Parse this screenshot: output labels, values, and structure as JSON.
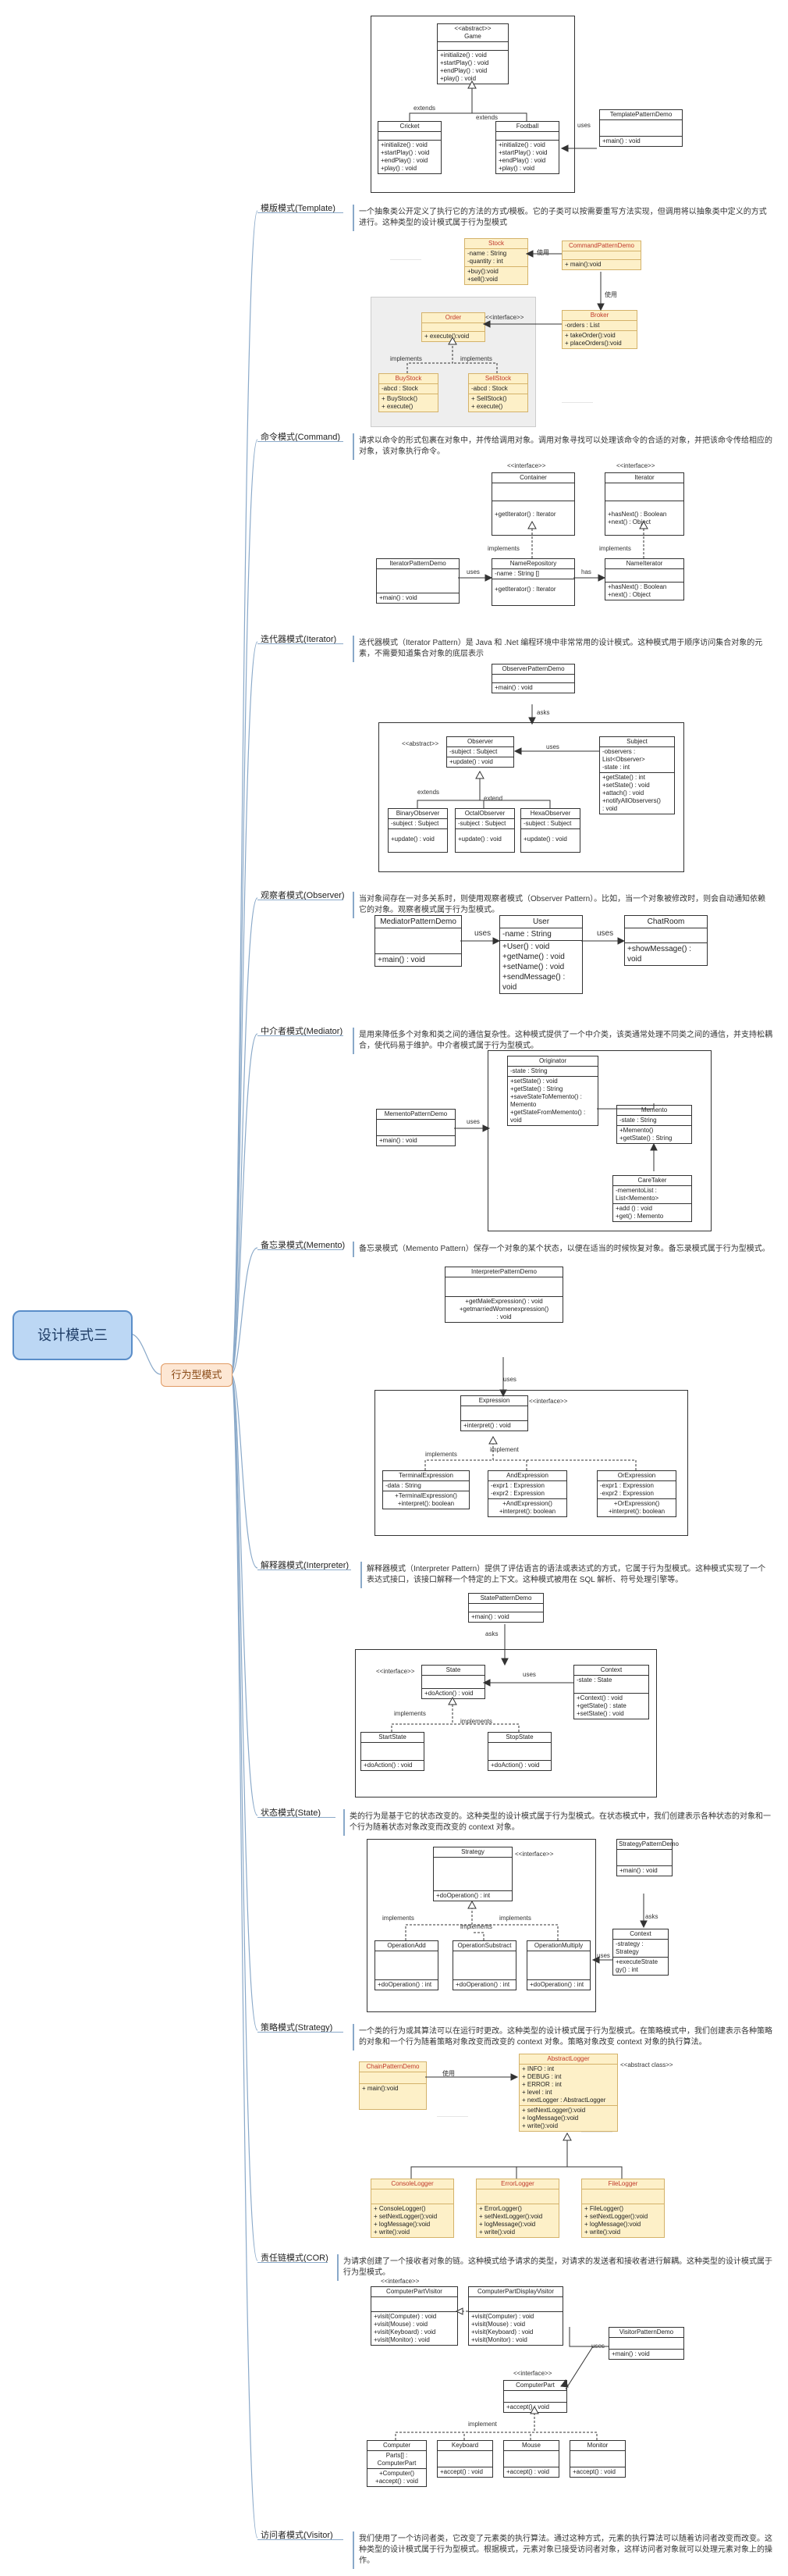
{
  "root": {
    "title": "设计模式三"
  },
  "branch": {
    "title": "行为型模式"
  },
  "patterns": [
    {
      "label": "模版模式(Template)",
      "desc": "一个抽象类公开定义了执行它的方法的方式/模板。它的子类可以按需要重写方法实现，但调用将以抽象类中定义的方式进行。这种类型的设计模式属于行为型模式"
    },
    {
      "label": "命令模式(Command)",
      "desc": "请求以命令的形式包裹在对象中，并传给调用对象。调用对象寻找可以处理该命令的合适的对象，并把该命令传给相应的对象，该对象执行命令。"
    },
    {
      "label": "迭代器模式(Iterator)",
      "desc": "迭代器模式（Iterator Pattern）是 Java 和 .Net 编程环境中非常常用的设计模式。这种模式用于顺序访问集合对象的元素，不需要知道集合对象的底层表示"
    },
    {
      "label": "观察者模式(Observer)",
      "desc": "当对象间存在一对多关系时，则使用观察者模式（Observer Pattern）。比如，当一个对象被修改时，则会自动通知依赖它的对象。观察者模式属于行为型模式。"
    },
    {
      "label": "中介者模式(Mediator)",
      "desc": "是用来降低多个对象和类之间的通信复杂性。这种模式提供了一个中介类，该类通常处理不同类之间的通信，并支持松耦合，使代码易于维护。中介者模式属于行为型模式。"
    },
    {
      "label": "备忘录模式(Memento)",
      "desc": "备忘录模式（Memento Pattern）保存一个对象的某个状态，以便在适当的时候恢复对象。备忘录模式属于行为型模式。"
    },
    {
      "label": "解释器模式(Interpreter)",
      "desc": "解释器模式（Interpreter Pattern）提供了评估语言的语法或表达式的方式，它属于行为型模式。这种模式实现了一个表达式接口，该接口解释一个特定的上下文。这种模式被用在 SQL 解析、符号处理引擎等。"
    },
    {
      "label": "状态模式(State)",
      "desc": "类的行为是基于它的状态改变的。这种类型的设计模式属于行为型模式。在状态模式中，我们创建表示各种状态的对象和一个行为随着状态对象改变而改变的 context 对象。"
    },
    {
      "label": "策略模式(Strategy)",
      "desc": "一个类的行为或其算法可以在运行时更改。这种类型的设计模式属于行为型模式。在策略模式中，我们创建表示各种策略的对象和一个行为随着策略对象改变而改变的 context 对象。策略对象改变 context 对象的执行算法。"
    },
    {
      "label": "责任链模式(COR)",
      "desc": "为请求创建了一个接收者对象的链。这种模式给予请求的类型，对请求的发送者和接收者进行解耦。这种类型的设计模式属于行为型模式。"
    },
    {
      "label": "访问者模式(Visitor)",
      "desc": "我们使用了一个访问者类，它改变了元素类的执行算法。通过这种方式，元素的执行算法可以随着访问者改变而改变。这种类型的设计模式属于行为型模式。根据模式，元素对象已接受访问者对象，这样访问者对象就可以处理元素对象上的操作。"
    }
  ],
  "template_uml": {
    "game": {
      "stereo": "<<abstract>>",
      "name": "Game",
      "ops": "+initialize() : void\n+startPlay() : void\n+endPlay() : void\n+play() : void"
    },
    "cricket": {
      "name": "Cricket",
      "ops": "+initialize() : void\n+startPlay() : void\n+endPlay() : void\n+play() : void"
    },
    "football": {
      "name": "Football",
      "ops": "+initialize() : void\n+startPlay() : void\n+endPlay() : void\n+play() : void"
    },
    "demo": {
      "name": "TemplatePatternDemo",
      "ops": "+main() : void"
    },
    "extends1": "extends",
    "extends2": "extends",
    "uses": "uses"
  },
  "command_uml": {
    "stock": {
      "name": "Stock",
      "attrs": "-name : String\n-quantity : int",
      "ops": "+buy():void\n+sell():void"
    },
    "demo": {
      "name": "CommandPatternDemo",
      "ops": "+ main():void"
    },
    "broker": {
      "name": "Broker",
      "attrs": "-orders : List",
      "ops": "+ takeOrder():void\n+ placeOrders():void"
    },
    "order": {
      "name": "Order",
      "stereo": "<<interface>>",
      "ops": "+ execute():void"
    },
    "buy": {
      "name": "BuyStock",
      "attrs": "-abcd : Stock",
      "ops": "+ BuyStock()\n+ execute()"
    },
    "sell": {
      "name": "SellStock",
      "attrs": "-abcd : Stock",
      "ops": "+ SellStock()\n+ execute()"
    },
    "use1": "使用",
    "use2": "使用",
    "impl1": "implements",
    "impl2": "implements"
  },
  "iterator_uml": {
    "container": {
      "stereo": "<<interface>>",
      "name": "Container",
      "ops": "+getIterator() : Iterator"
    },
    "iterator": {
      "stereo": "<<interface>>",
      "name": "Iterator",
      "ops": "+hasNext() : Boolean\n+next() : Object"
    },
    "demo": {
      "name": "IteratorPatternDemo",
      "ops": "+main() : void"
    },
    "repo": {
      "name": "NameRepository",
      "attrs": "-name : String []",
      "ops": "+getIterator() : Iterator"
    },
    "nameit": {
      "name": "NameIterator",
      "ops": "+hasNext() : Boolean\n+next() : Object"
    },
    "uses": "uses",
    "has": "has",
    "impl1": "implements",
    "impl2": "implements"
  },
  "observer_uml": {
    "demo": {
      "name": "ObserverPatternDemo",
      "ops": "+main() : void"
    },
    "observer": {
      "stereo": "<<abstract>>",
      "name": "Observer",
      "attrs": "-subject : Subject",
      "ops": "+update() : void"
    },
    "subject": {
      "name": "Subject",
      "attrs": "-observers :\nList<Observer>\n-state : int",
      "ops": "+getState() : int\n+setState() : void\n+attach() : void\n+notifyAllObservers()\n: void"
    },
    "binary": {
      "name": "BinaryObserver",
      "attrs": "-subject : Subject",
      "ops": "+update() : void"
    },
    "octal": {
      "name": "OctalObserver",
      "attrs": "-subject : Subject",
      "ops": "+update() : void"
    },
    "hexa": {
      "name": "HexaObserver",
      "attrs": "-subject : Subject",
      "ops": "+update() : void"
    },
    "asks": "asks",
    "uses": "uses",
    "extends": "extends",
    "extend": "extend"
  },
  "mediator_uml": {
    "demo": {
      "name": "MediatorPatternDemo",
      "ops": "+main() : void"
    },
    "user": {
      "name": "User",
      "attrs": "-name : String",
      "ops": "+User() : void\n+getName() : void\n+setName() : void\n+sendMessage() : void"
    },
    "chat": {
      "name": "ChatRoom",
      "ops": "+showMessage() : void"
    },
    "uses1": "uses",
    "uses2": "uses"
  },
  "memento_uml": {
    "originator": {
      "name": "Originator",
      "attrs": "-state : String",
      "ops": "+setState() : void\n+getState() : String\n+saveStateToMemento() :\nMemento\n+getStateFromMemento() :\nvoid"
    },
    "demo": {
      "name": "MementoPatternDemo",
      "ops": "+main() : void"
    },
    "memento": {
      "name": "Memento",
      "attrs": "-state : String",
      "ops": "+Memento()\n+getState() : String"
    },
    "caretaker": {
      "name": "CareTaker",
      "attrs": "-mementoList :\nList<Memento>",
      "ops": "+add () : void\n+get() : Memento"
    },
    "uses": "uses"
  },
  "interpreter_uml": {
    "demo": {
      "name": "InterpreterPatternDemo",
      "ops": "+getMaleExpression() : void\n+getmarriedWomenexpression()\n: void"
    },
    "expr": {
      "stereo": "<<interface>>",
      "name": "Expression",
      "ops": "+interpret() : void"
    },
    "term": {
      "name": "TerminalExpression",
      "attrs": "-data : String",
      "ops": "+TerminalExpression()\n+interpret(): boolean"
    },
    "and": {
      "name": "AndExpression",
      "attrs": "-expr1 : Expression\n-expr2 : Expression",
      "ops": "+AndExpression()\n+interpret(): boolean"
    },
    "or": {
      "name": "OrExpression",
      "attrs": "-expr1 : Expression\n-expr2 : Expression",
      "ops": "+OrExpression()\n+interpret(): boolean"
    },
    "uses": "uses",
    "impl1": "implements",
    "impl2": "implement"
  },
  "state_uml": {
    "demo": {
      "name": "StatePatternDemo",
      "ops": "+main() : void"
    },
    "state": {
      "stereo": "<<interface>>",
      "name": "State",
      "ops": "+doAction() : void"
    },
    "context": {
      "name": "Context",
      "attrs": "-state : State",
      "ops": "+Context() : void\n+getState() : state\n+setState() : void"
    },
    "start": {
      "name": "StartState",
      "ops": "+doAction() : void"
    },
    "stop": {
      "name": "StopState",
      "ops": "+doAction() : void"
    },
    "asks": "asks",
    "uses": "uses",
    "impl1": "implements",
    "impl2": "implements"
  },
  "strategy_uml": {
    "strategy": {
      "stereo": "<<interface>>",
      "name": "Strategy",
      "ops": "+doOperation() : int"
    },
    "demo": {
      "name": "StrategyPatternDemo",
      "ops": "+main() : void"
    },
    "add": {
      "name": "OperationAdd",
      "ops": "+doOperation() : int"
    },
    "sub": {
      "name": "OperationSubstract",
      "ops": "+doOperation() : int"
    },
    "mul": {
      "name": "OperationMultiply",
      "ops": "+doOperation() : int"
    },
    "context": {
      "name": "Context",
      "attrs": "-strategy :\nStrategy",
      "ops": "+executeStrate\ngy() : int"
    },
    "impl1": "implements",
    "impl2": "implements",
    "impl3": "implements",
    "asks": "asks",
    "uses": "uses"
  },
  "chain_uml": {
    "demo": {
      "name": "ChainPatternDemo",
      "ops": "+ main():void"
    },
    "abstract": {
      "name": "AbstractLogger",
      "stereo": "<<abstract class>>",
      "attrs": "+ INFO : int\n+ DEBUG : int\n+ ERROR : int\n+ level : int\n+ nextLogger : AbstractLogger",
      "ops": "+ setNextLogger():void\n+ logMessage():void\n+ write():void"
    },
    "console": {
      "name": "ConsoleLogger",
      "ops": "+ ConsoleLogger()\n+ setNextLogger():void\n+ logMessage():void\n+ write():void"
    },
    "error": {
      "name": "ErrorLogger",
      "ops": "+ ErrorLogger()\n+ setNextLogger():void\n+ logMessage():void\n+ write():void"
    },
    "file": {
      "name": "FileLogger",
      "ops": "+ FileLogger()\n+ setNextLogger():void\n+ logMessage():void\n+ write():void"
    },
    "use": "使用"
  },
  "visitor_uml": {
    "cpv": {
      "stereo": "<<interface>>",
      "name": "ComputerPartVisitor",
      "ops": "+visit(Computer) : void\n+visit(Mouse) : void\n+visit(Keyboard) : void\n+visit(Monitor) : void"
    },
    "cpdv": {
      "name": "ComputerPartDisplayVisitor",
      "ops": "+visit(Computer) : void\n+visit(Mouse) : void\n+visit(Keyboard) : void\n+visit(Monitor) : void"
    },
    "demo": {
      "name": "VisitorPatternDemo",
      "ops": "+main() : void"
    },
    "part": {
      "stereo": "<<interface>>",
      "name": "ComputerPart",
      "ops": "+accept() : void"
    },
    "computer": {
      "name": "Computer",
      "attrs": "Parts[] :\nComputerPart",
      "ops": "+Computer()\n+accept() : void"
    },
    "keyboard": {
      "name": "Keyboard",
      "ops": "+accept() : void"
    },
    "mouse": {
      "name": "Mouse",
      "ops": "+accept() : void"
    },
    "monitor": {
      "name": "Monitor",
      "ops": "+accept() : void"
    },
    "implement": "implement",
    "uses": "uses"
  },
  "colors": {
    "root_bg": "#bcd7f4",
    "branch_bg": "#fde7d4",
    "connector": "#8aa9c9",
    "class_yellow": "#fdf0c8"
  }
}
